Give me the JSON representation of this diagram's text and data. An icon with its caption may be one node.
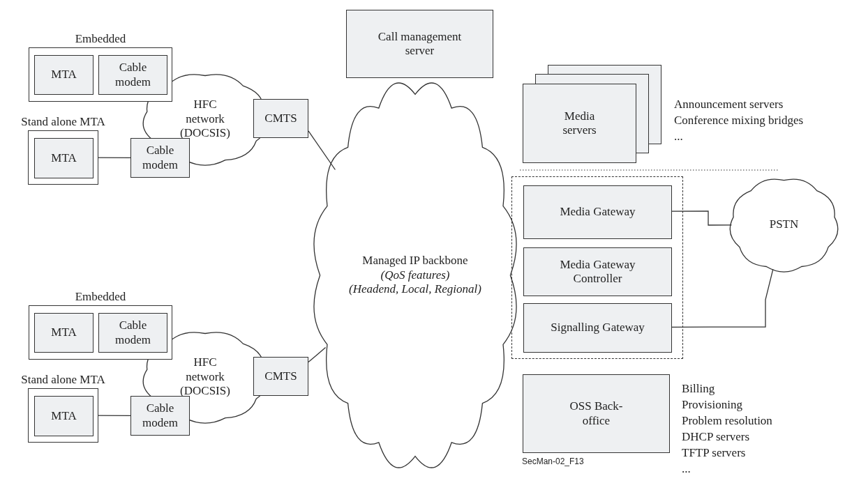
{
  "diagram": {
    "nodes": [
      {
        "text": [
          "Embedded"
        ]
      },
      {
        "text": [
          "MTA"
        ],
        "in": 0
      },
      {
        "text": [
          "Cable modem"
        ],
        "in": 0
      },
      {
        "text": [
          "Stand alone MTA"
        ]
      },
      {
        "text": [
          "MTA"
        ],
        "in": 3
      },
      {
        "text": [
          "Cable modem"
        ]
      },
      {
        "text": [
          "HFC network (DOCSIS)"
        ]
      },
      {
        "text": [
          "CMTS"
        ]
      },
      {
        "text": [
          "Embedded"
        ]
      },
      {
        "text": [
          "MTA"
        ],
        "in": 8
      },
      {
        "text": [
          "Cable modem"
        ],
        "in": 8
      },
      {
        "text": [
          "Stand alone MTA"
        ]
      },
      {
        "text": [
          "MTA"
        ],
        "in": 11
      },
      {
        "text": [
          "Cable modem"
        ]
      },
      {
        "text": [
          "HFC network (DOCSIS)"
        ]
      },
      {
        "text": [
          "CMTS"
        ]
      },
      {
        "text": [
          "Call management server"
        ]
      },
      {
        "text": [
          "Managed IP backbone",
          "(QoS features)",
          "(Headend, Local, Regional)"
        ]
      },
      {
        "text": [
          "Media servers"
        ],
        "beside": [
          "Announcement servers",
          "Conference mixing bridges",
          "..."
        ]
      },
      {
        "text": [],
        "shape": "box"
      },
      {
        "text": [
          "Media Gateway"
        ],
        "in": 19
      },
      {
        "text": [
          "Media Gateway Controller"
        ],
        "in": 19
      },
      {
        "text": [
          "Signalling Gateway"
        ],
        "in": 19
      },
      {
        "text": [
          "PSTN"
        ]
      },
      {
        "text": [
          "OSS Back-office"
        ],
        "beside": [
          "Billing",
          "Provisioning",
          "Problem resolution",
          "DHCP servers",
          "TFTP servers",
          "..."
        ]
      }
    ],
    "edges": [
      {
        "from": 4,
        "to": 5,
        "arrow": "none"
      },
      {
        "from": 7,
        "to": 17,
        "arrow": "none"
      },
      {
        "from": 12,
        "to": 13,
        "arrow": "none"
      },
      {
        "from": 15,
        "to": 17,
        "arrow": "none"
      },
      {
        "from": 20,
        "to": 23,
        "arrow": "none"
      },
      {
        "from": 22,
        "to": 23,
        "arrow": "none"
      }
    ],
    "labels": [
      "SecMan-02_F13"
    ]
  }
}
